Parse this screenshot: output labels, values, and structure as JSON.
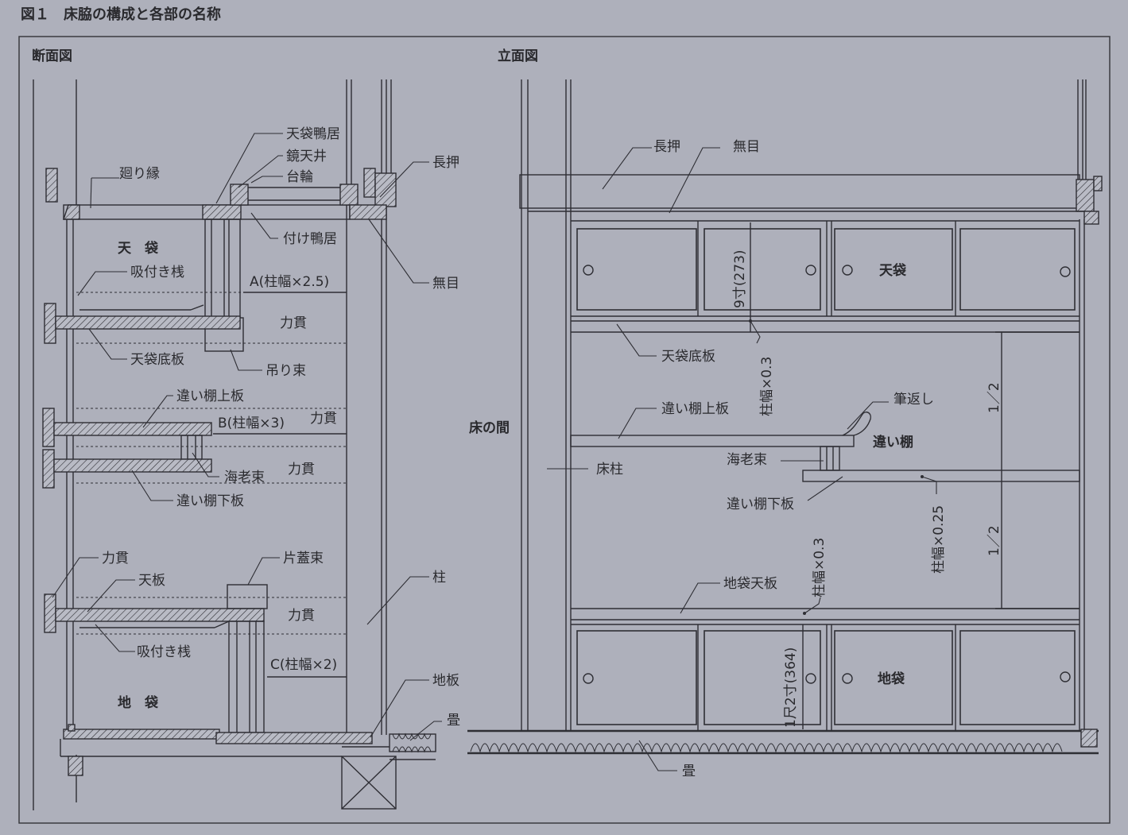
{
  "figure": {
    "title": "図１　床脇の構成と各部の名称"
  },
  "section": {
    "heading": "断面図",
    "labels": {
      "tenbukuro_kamoi": "天袋鴨居",
      "kagami_tenjo": "鏡天井",
      "daiwa": "台輪",
      "mawaribuchi": "廻り縁",
      "nageshi": "長押",
      "tsuke_kamoi": "付け鴨居",
      "tenbukuro": "天　袋",
      "suitsuki_zan_top": "吸付き桟",
      "dim_a": "A(柱幅×2.5)",
      "mume": "無目",
      "chikaranuki_1": "力貫",
      "tenbukuro_sokoita": "天袋底板",
      "tsurizuka": "吊り束",
      "chigaidana_uwaita": "違い棚上板",
      "dim_b": "B(柱幅×3)",
      "chikaranuki_2": "力貫",
      "ebizuka": "海老束",
      "chikaranuki_3": "力貫",
      "chigaidana_shitaita": "違い棚下板",
      "chikaranuki_4": "力貫",
      "katabutazuka": "片蓋束",
      "tenita": "天板",
      "hashira": "柱",
      "chikaranuki_5": "力貫",
      "suitsuki_zan_bottom": "吸付き桟",
      "dim_c": "C(柱幅×2)",
      "jiita": "地板",
      "jibukuro": "地　袋",
      "tatami": "畳"
    }
  },
  "elevation": {
    "heading": "立面図",
    "labels": {
      "nageshi": "長押",
      "mume": "無目",
      "dim_9sun": "9寸(273)",
      "tenbukuro": "天袋",
      "tenbukuro_sokoita": "天袋底板",
      "dim_hashira_03_top": "柱幅×0.3",
      "fudegaeshi": "筆返し",
      "chigaidana_uwaita": "違い棚上板",
      "half_top": "1／2",
      "tokonoma": "床の間",
      "chigaidana": "違い棚",
      "tokobashira": "床柱",
      "ebizuka": "海老束",
      "chigaidana_shitaita": "違い棚下板",
      "dim_hashira_025": "柱幅×0.25",
      "half_bottom": "1／2",
      "dim_hashira_03_bottom": "柱幅×0.3",
      "jibukuro_tenita": "地袋天板",
      "dim_1shaku2sun": "1尺2寸(364)",
      "jibukuro": "地袋",
      "tatami": "畳"
    }
  }
}
